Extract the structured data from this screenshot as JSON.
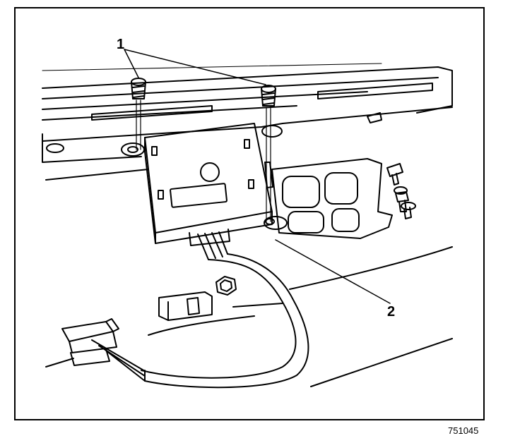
{
  "callouts": {
    "screws": "1",
    "module": "2"
  },
  "figure_number": "751045"
}
